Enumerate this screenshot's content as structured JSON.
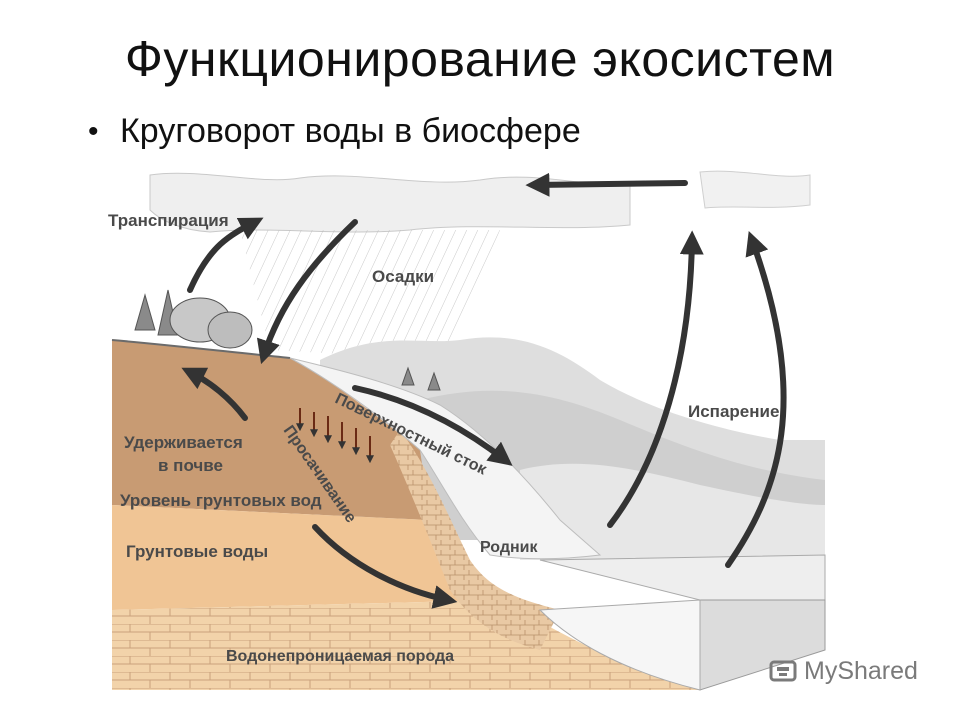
{
  "slide": {
    "title": "Функционирование экосистем",
    "bullet": "Круговорот воды в биосфере"
  },
  "diagram": {
    "labels": {
      "transpiration": "Транспирация",
      "precipitation": "Осадки",
      "surface_runoff": "Поверхностный сток",
      "retained_line1": "Удерживается",
      "retained_line2": "в почве",
      "seepage": "Просачивание",
      "groundwater_level": "Уровень грунтовых вод",
      "groundwater": "Грунтовые воды",
      "spring": "Родник",
      "evaporation": "Испарение",
      "impermeable_rock": "Водонепроницаемая порода"
    },
    "colors": {
      "soil_upper": "#c89b73",
      "soil_lower": "#f0c595",
      "rock": "#f2d3aa",
      "arrow": "#333333",
      "water": "#dcdcdc"
    }
  },
  "watermark": {
    "text": "MyShared",
    "icon": "myshared-logo-icon"
  }
}
